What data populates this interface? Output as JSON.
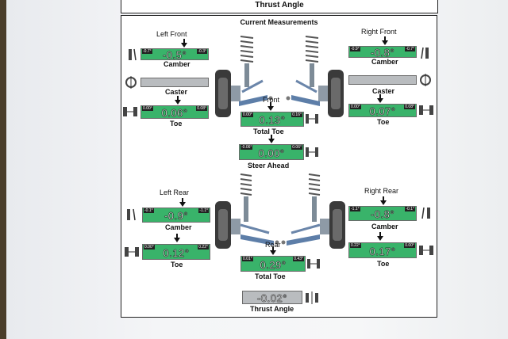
{
  "header": {
    "thrust_angle_top": "Thrust Angle"
  },
  "title": "Current Measurements",
  "front": {
    "left_title": "Left Front",
    "right_title": "Right Front",
    "left_camber": {
      "value": "-0.5°",
      "min": "-0.7°",
      "max": "-0.3°",
      "label": "Camber"
    },
    "right_camber": {
      "value": "-0.8°",
      "min": "-0.9°",
      "max": "-0.7°",
      "label": "Camber"
    },
    "left_caster": {
      "label": "Caster"
    },
    "right_caster": {
      "label": "Caster"
    },
    "left_toe": {
      "value": "0.06°",
      "min": "0.00°",
      "max": "0.08°",
      "label": "Toe"
    },
    "right_toe": {
      "value": "0.07°",
      "min": "0.00°",
      "max": "0.08°",
      "label": "Toe"
    },
    "total_toe_title": "Front",
    "total_toe": {
      "value": "0.13°",
      "min": "0.00°",
      "max": "0.16°",
      "label": "Total Toe"
    },
    "steer_ahead": {
      "value": "0.00°",
      "min": "-0.06°",
      "max": "0.06°",
      "label": "Steer Ahead"
    }
  },
  "rear": {
    "left_title": "Left Rear",
    "right_title": "Right Rear",
    "left_camber": {
      "value": "-0.9°",
      "min": "-0.1°",
      "max": "-1.1°",
      "label": "Camber"
    },
    "right_camber": {
      "value": "-0.8°",
      "min": "-1.1°",
      "max": "-0.1°",
      "label": "Camber"
    },
    "left_toe": {
      "value": "0.12°",
      "min": "0.00°",
      "max": "0.22°",
      "label": "Toe"
    },
    "right_toe": {
      "value": "0.17°",
      "min": "0.22°",
      "max": "0.00°",
      "label": "Toe"
    },
    "total_toe_title": "Rear",
    "total_toe": {
      "value": "0.29°",
      "min": "0.01°",
      "max": "0.43°",
      "label": "Total Toe"
    },
    "thrust": {
      "value": "-0.02°",
      "label": "Thrust Angle"
    }
  },
  "colors": {
    "in_spec": "#39b36a",
    "neutral": "#b9bcbf",
    "border": "#222222"
  }
}
